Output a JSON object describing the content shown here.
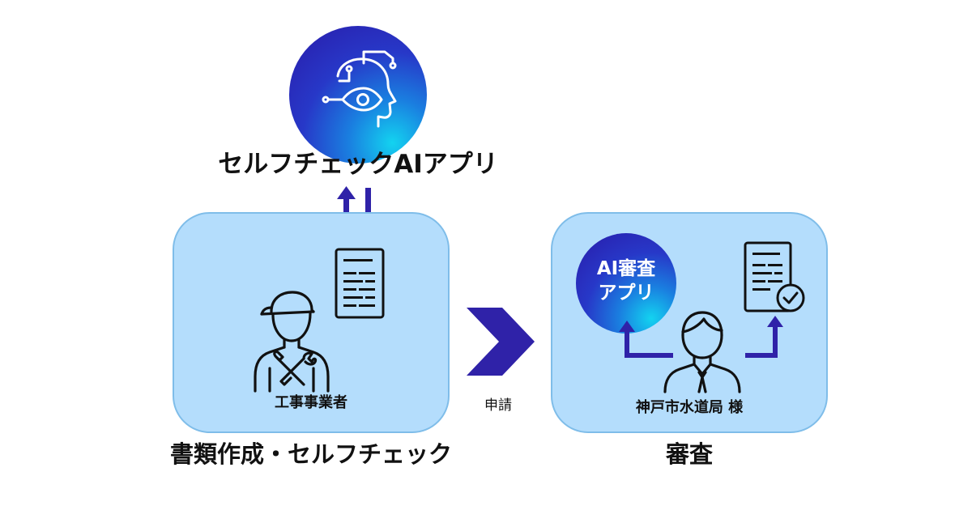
{
  "top_app": {
    "title": "セルフチェックAIアプリ",
    "icon": "ai-head-icon"
  },
  "left_panel": {
    "actor_label": "工事事業者",
    "caption": "書類作成・セルフチェック",
    "icons": [
      "worker-icon",
      "tools-icon",
      "document-icon"
    ]
  },
  "connector": {
    "label": "申請",
    "icon": "chevron-right-icon"
  },
  "right_panel": {
    "app_badge_line1": "AI審査",
    "app_badge_line2": "アプリ",
    "actor_label": "神戸市水道局 様",
    "caption": "審査",
    "icons": [
      "officer-icon",
      "approved-document-icon"
    ]
  },
  "colors": {
    "panel_fill": "#b4ddfc",
    "panel_border": "#7fbde9",
    "arrow": "#2f22a8",
    "line_art": "#111111",
    "circle_dark": "#2a1aa8",
    "circle_light": "#13d3f0"
  }
}
